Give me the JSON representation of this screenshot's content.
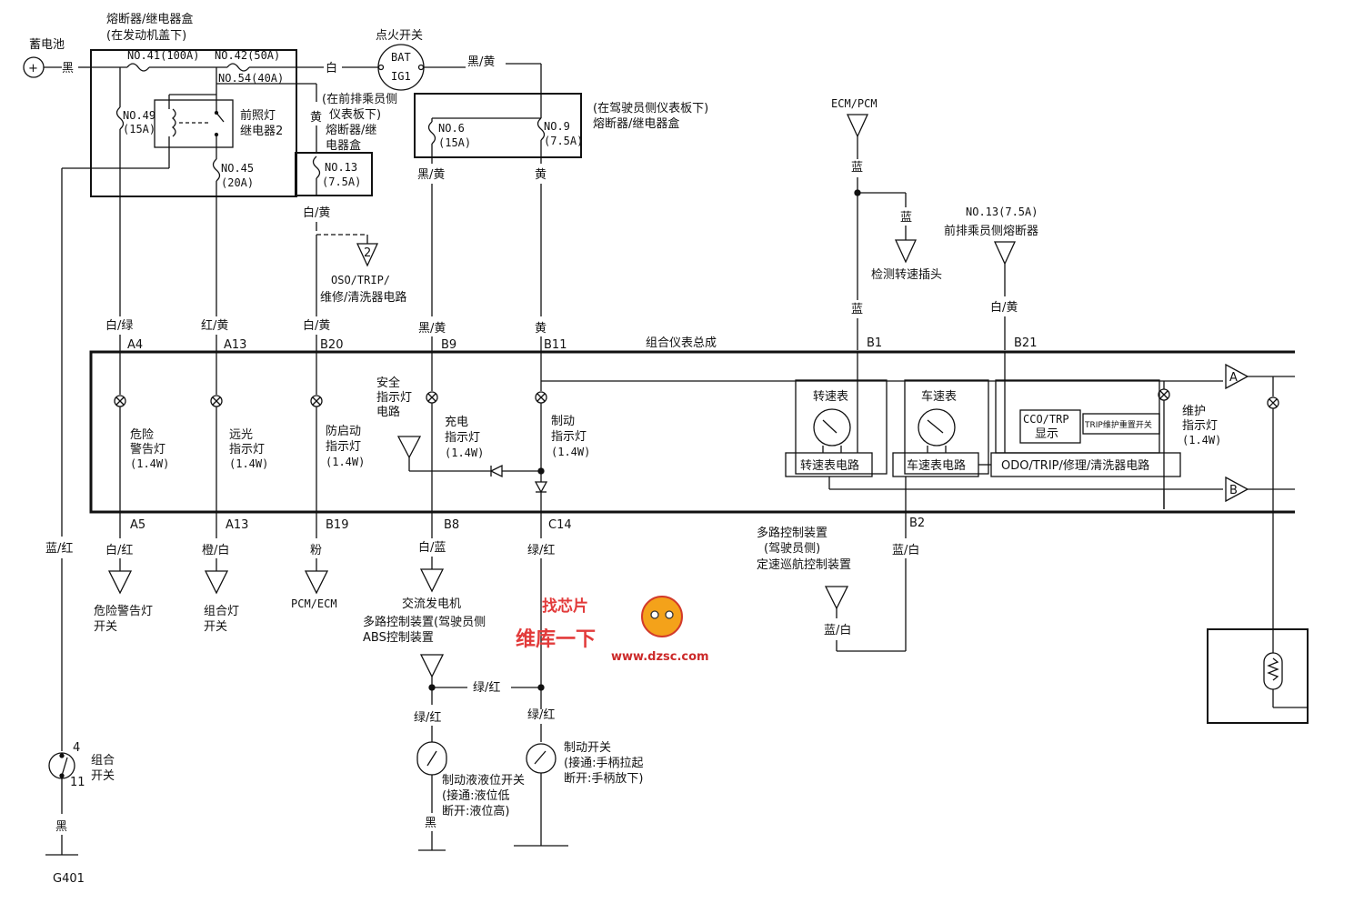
{
  "labels": {
    "battery": "蓄电池",
    "fusebox_main_1": "熔断器/继电器盒",
    "fusebox_main_2": "(在发动机盖下)",
    "ignition": "点火开关",
    "bat": "BAT",
    "ig1": "IG1",
    "fuse41": "NO.41(100A)",
    "fuse42": "NO.42(50A)",
    "fuse54": "NO.54(40A)",
    "fuse49a": "NO.49",
    "fuse49b": "(15A)",
    "fuse45a": "NO.45",
    "fuse45b": "(20A)",
    "relay1": "前照灯",
    "relay2": "继电器2",
    "pass_box_1": "(在前排乘员侧",
    "pass_box_2": "仪表板下)",
    "pass_box_3": "熔断器/继",
    "pass_box_4": "电器盒",
    "fuse13a": "NO.13",
    "fuse13b": "(7.5A)",
    "drv_box_1": "(在驾驶员侧仪表板下)",
    "drv_box_2": "熔断器/继电器盒",
    "fuse6a": "NO.6",
    "fuse6b": "(15A)",
    "fuse9a": "NO.9",
    "fuse9b": "(7.5A)",
    "ecm": "ECM/PCM",
    "blue": "蓝",
    "tach_conn": "检测转速插头",
    "f13_top": "NO.13(7.5A)",
    "f13_top2": "前排乘员侧熔断器",
    "cluster": "组合仪表总成",
    "oso_1": "OSO/TRIP/",
    "oso_2": "维修/清洗器电路",
    "oso_num": "2",
    "white": "白",
    "black": "黑",
    "black_yellow": "黑/黄",
    "yellow": "黄",
    "white_yellow": "白/黄",
    "white_green": "白/绿",
    "red_yellow": "红/黄",
    "A4": "A4",
    "A13": "A13",
    "B20": "B20",
    "B9": "B9",
    "B11": "B11",
    "B1": "B1",
    "B21": "B21",
    "A5": "A5",
    "A13b": "A13",
    "B19": "B19",
    "B8": "B8",
    "C14": "C14",
    "B2": "B2",
    "hazard_1": "危险",
    "hazard_2": "警告灯",
    "hazard_3": "(1.4W)",
    "high_1": "远光",
    "high_2": "指示灯",
    "high_3": "(1.4W)",
    "immo_1": "防启动",
    "immo_2": "指示灯",
    "immo_3": "(1.4W)",
    "safety_1": "安全",
    "safety_2": "指示灯",
    "safety_3": "电路",
    "charge_1": "充电",
    "charge_2": "指示灯",
    "charge_3": "(1.4W)",
    "brake_1": "制动",
    "brake_2": "指示灯",
    "brake_3": "(1.4W)",
    "tacho": "转速表",
    "speedo": "车速表",
    "tacho_circ": "转速表电路",
    "speedo_circ": "车速表电路",
    "cco_1": "CCO/TRP",
    "cco_2": "显示",
    "trip_reset": "TRIP维护重置开关",
    "odo": "ODO/TRIP/修理/清洗器电路",
    "maint_1": "维护",
    "maint_2": "指示灯",
    "maint_3": "(1.4W)",
    "conn_a": "A",
    "conn_b": "B",
    "blue_red": "蓝/红",
    "white_red": "白/红",
    "orange_white": "橙/白",
    "pink": "粉",
    "white_blue": "白/蓝",
    "green_red": "绿/红",
    "blue_white": "蓝/白",
    "hazard_sw_1": "危险警告灯",
    "hazard_sw_2": "开关",
    "combo_sw_1": "组合灯",
    "combo_sw_2": "开关",
    "pcm_ecm": "PCM/ECM",
    "alt_1": "交流发电机",
    "alt_2": "多路控制装置(驾驶员侧",
    "alt_3": "ABS控制装置",
    "mux_1": "多路控制装置",
    "mux_2": "(驾驶员侧)",
    "mux_3": "定速巡航控制装置",
    "combo_switch_1": "组合",
    "combo_switch_2": "开关",
    "pin4": "4",
    "pin11": "11",
    "g401": "G401",
    "fluid_sw_1": "制动液液位开关",
    "fluid_sw_2": "(接通:液位低",
    "fluid_sw_3": "断开:液位高)",
    "brake_sw_1": "制动开关",
    "brake_sw_2": "(接通:手柄拉起",
    "brake_sw_3": "断开:手柄放下)",
    "wm_1": "找芯片",
    "wm_2": "维库一下",
    "wm_3": "www.dzsc.com"
  }
}
